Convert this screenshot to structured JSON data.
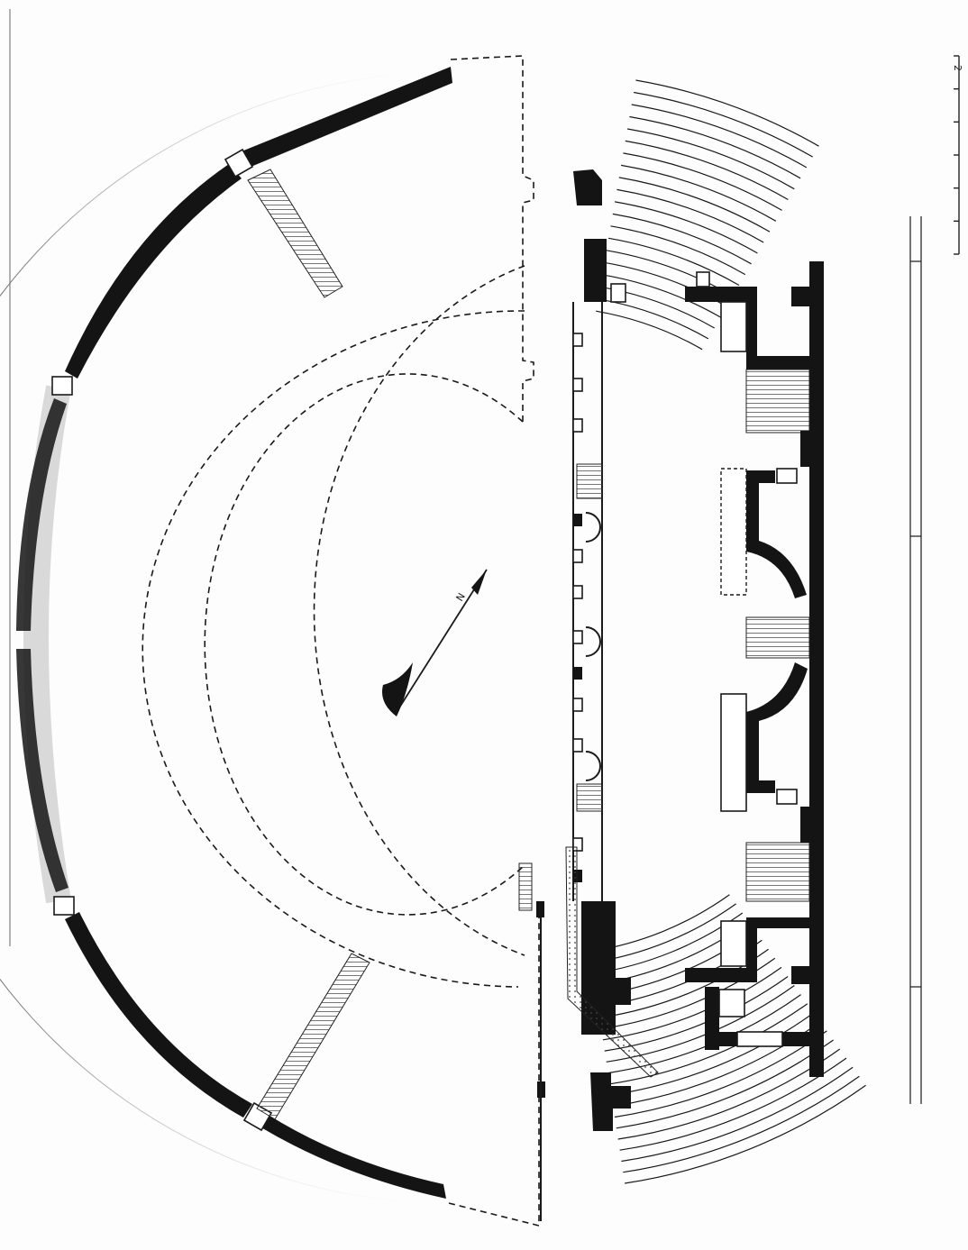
{
  "plan": {
    "scale": {
      "end_label": "2",
      "divisions": 6
    },
    "north_arrow": {
      "label": "N"
    },
    "colors": {
      "ink": "#141414",
      "paper": "#fdfdfd",
      "hatch": "#555555"
    }
  }
}
